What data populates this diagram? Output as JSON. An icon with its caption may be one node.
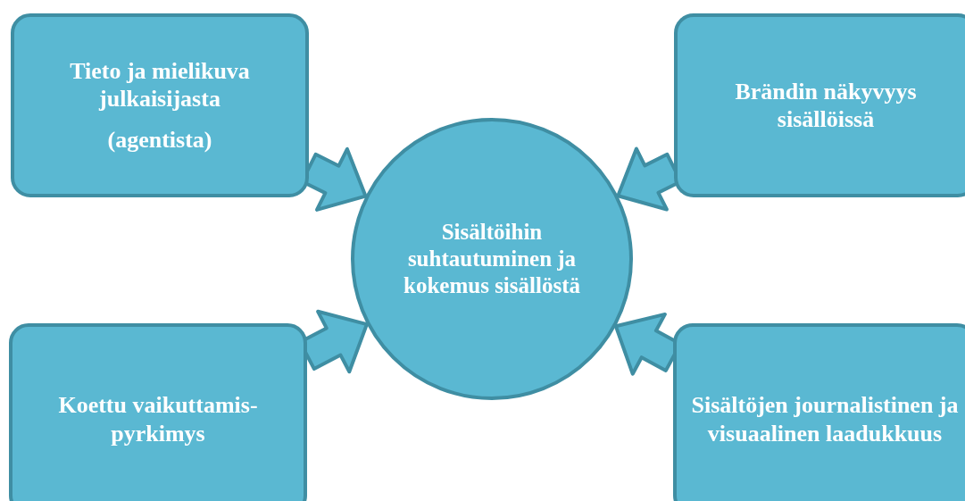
{
  "diagram": {
    "nodes": [
      {
        "text": [
          "Tieto ja mielikuva julkaisijasta",
          "(agentista)"
        ]
      },
      {
        "text": [
          "Brändin näkyvyys sisällöissä"
        ]
      },
      {
        "text": [
          "Sisältöihin suhtautuminen ja kokemus sisällöstä"
        ]
      },
      {
        "text": [
          "Koettu vaikuttamis-pyrkimys"
        ]
      },
      {
        "text": [
          "Sisältöjen journalistinen ja visuaalinen laadukkuus"
        ]
      }
    ],
    "edges": [
      {
        "from": 0,
        "to": 2,
        "arrow": "to"
      },
      {
        "from": 1,
        "to": 2,
        "arrow": "to"
      },
      {
        "from": 3,
        "to": 2,
        "arrow": "to"
      },
      {
        "from": 4,
        "to": 2,
        "arrow": "to"
      }
    ]
  }
}
